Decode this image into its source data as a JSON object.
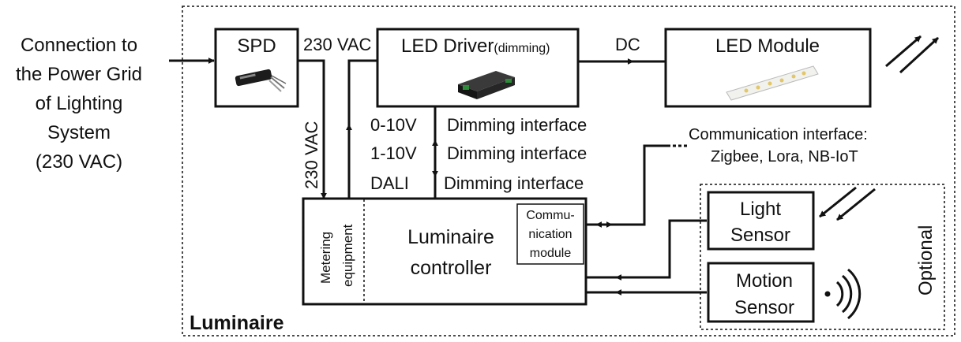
{
  "grid_connection": {
    "lines": [
      "Connection to",
      "the Power Grid",
      "of Lighting",
      "System",
      "(230 VAC)"
    ]
  },
  "spd": {
    "title": "SPD"
  },
  "voltage": {
    "top": "230 VAC",
    "vertical": "230 VAC"
  },
  "led_driver": {
    "title": "LED Driver",
    "subtitle": "(dimming)"
  },
  "dc_label": "DC",
  "led_module": {
    "title": "LED Module"
  },
  "dimming": {
    "rows": [
      {
        "prefix": "0-10V",
        "label": "Dimming interface"
      },
      {
        "prefix": "1-10V",
        "label": "Dimming interface"
      },
      {
        "prefix": "DALI",
        "label": "Dimming interface"
      }
    ]
  },
  "communication_interface": {
    "line1": "Communication interface:",
    "line2": "Zigbee, Lora, NB-IoT"
  },
  "controller": {
    "line1": "Luminaire",
    "line2": "controller"
  },
  "metering": {
    "line1": "Metering",
    "line2": "equipment"
  },
  "comm_module": {
    "line1": "Commu-",
    "line2": "nication",
    "line3": "module"
  },
  "light_sensor": {
    "line1": "Light",
    "line2": "Sensor"
  },
  "motion_sensor": {
    "line1": "Motion",
    "line2": "Sensor"
  },
  "optional_label": "Optional",
  "luminaire_label": "Luminaire"
}
